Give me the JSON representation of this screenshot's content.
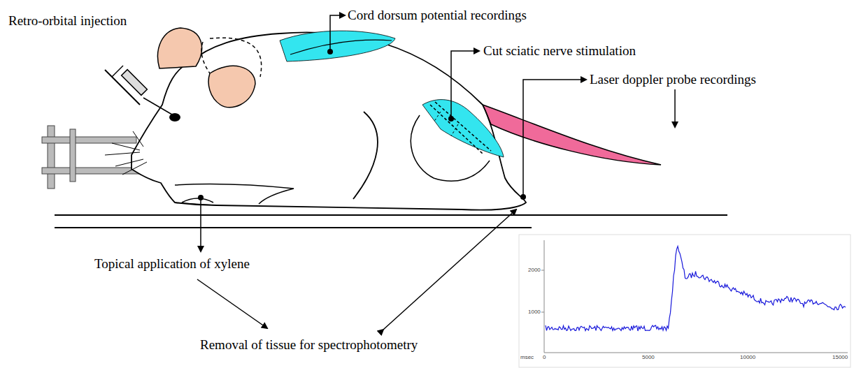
{
  "diagram": {
    "labels": [
      "Retro-orbital injection",
      "Cord dorsum potential recordings",
      "Cut sciatic nerve stimulation",
      "Laser doppler probe recordings",
      "Topical application  of xylene",
      "Removal of tissue for spectrophotometry",
      "2000",
      "1000",
      "msec",
      "0",
      "5000",
      "10000",
      "15000"
    ]
  }
}
